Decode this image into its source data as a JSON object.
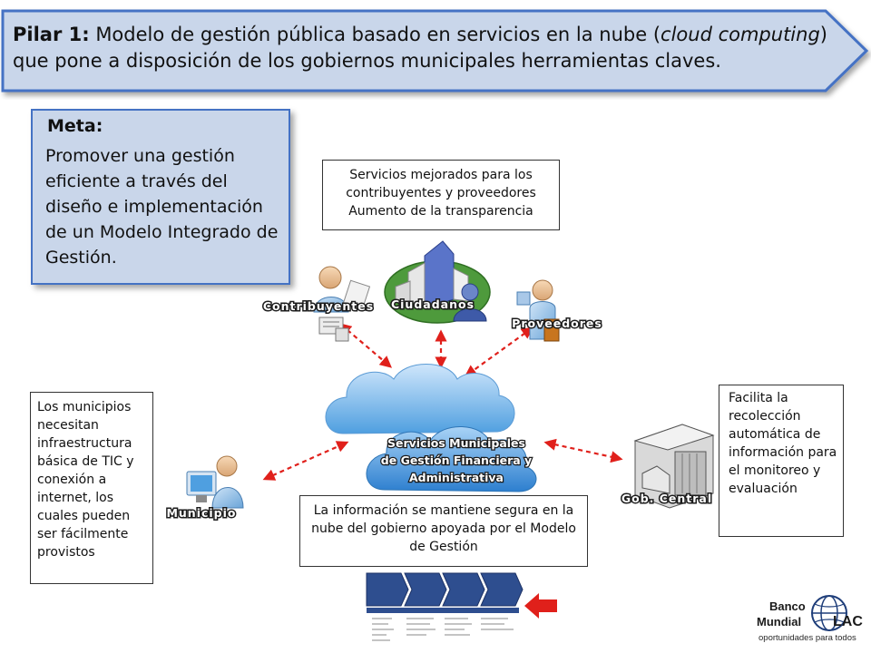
{
  "header": {
    "pillar_label": "Pilar 1:",
    "text_before_italic": " Modelo de gestión pública basado en servicios en la nube (",
    "italic_text": "cloud computing",
    "text_after_italic": ") que pone a disposición de los gobiernos municipales herramientas claves."
  },
  "meta": {
    "title": "Meta:",
    "body": "Promover una gestión eficiente a través del diseño e implementación de un Modelo Integrado de Gestión."
  },
  "top_box": {
    "lines": [
      "Servicios mejorados para los",
      "contribuyentes y proveedores",
      "Aumento de la transparencia"
    ]
  },
  "left_box": {
    "text": "Los municipios necesitan infraestructura básica de TIC y conexión a internet, los cuales pueden ser fácilmente provistos"
  },
  "right_box": {
    "text": "Facilita la recolección automática de información para el monitoreo y evaluación"
  },
  "bottom_box": {
    "text": "La información se mantiene segura en la nube del gobierno apoyada por el Modelo de Gestión"
  },
  "nodes": {
    "contribuyentes": "Contribuyentes",
    "ciudadanos": "Ciudadanos",
    "proveedores": "Proveedores",
    "municipio": "Municipio",
    "gob_central": "Gob. Central"
  },
  "cloud": {
    "lines": [
      "Servicios Municipales",
      "de Gestión Financiera y",
      "Administrativa"
    ]
  },
  "logo": {
    "line1": "Banco",
    "line2": "Mundial",
    "region": "LAC",
    "tagline": "oportunidades para todos"
  },
  "colors": {
    "banner_fill": "#c9d6ea",
    "banner_border": "#4472c4",
    "arrow_red": "#e0201b",
    "cloud_blue": "#4f9fe0"
  }
}
